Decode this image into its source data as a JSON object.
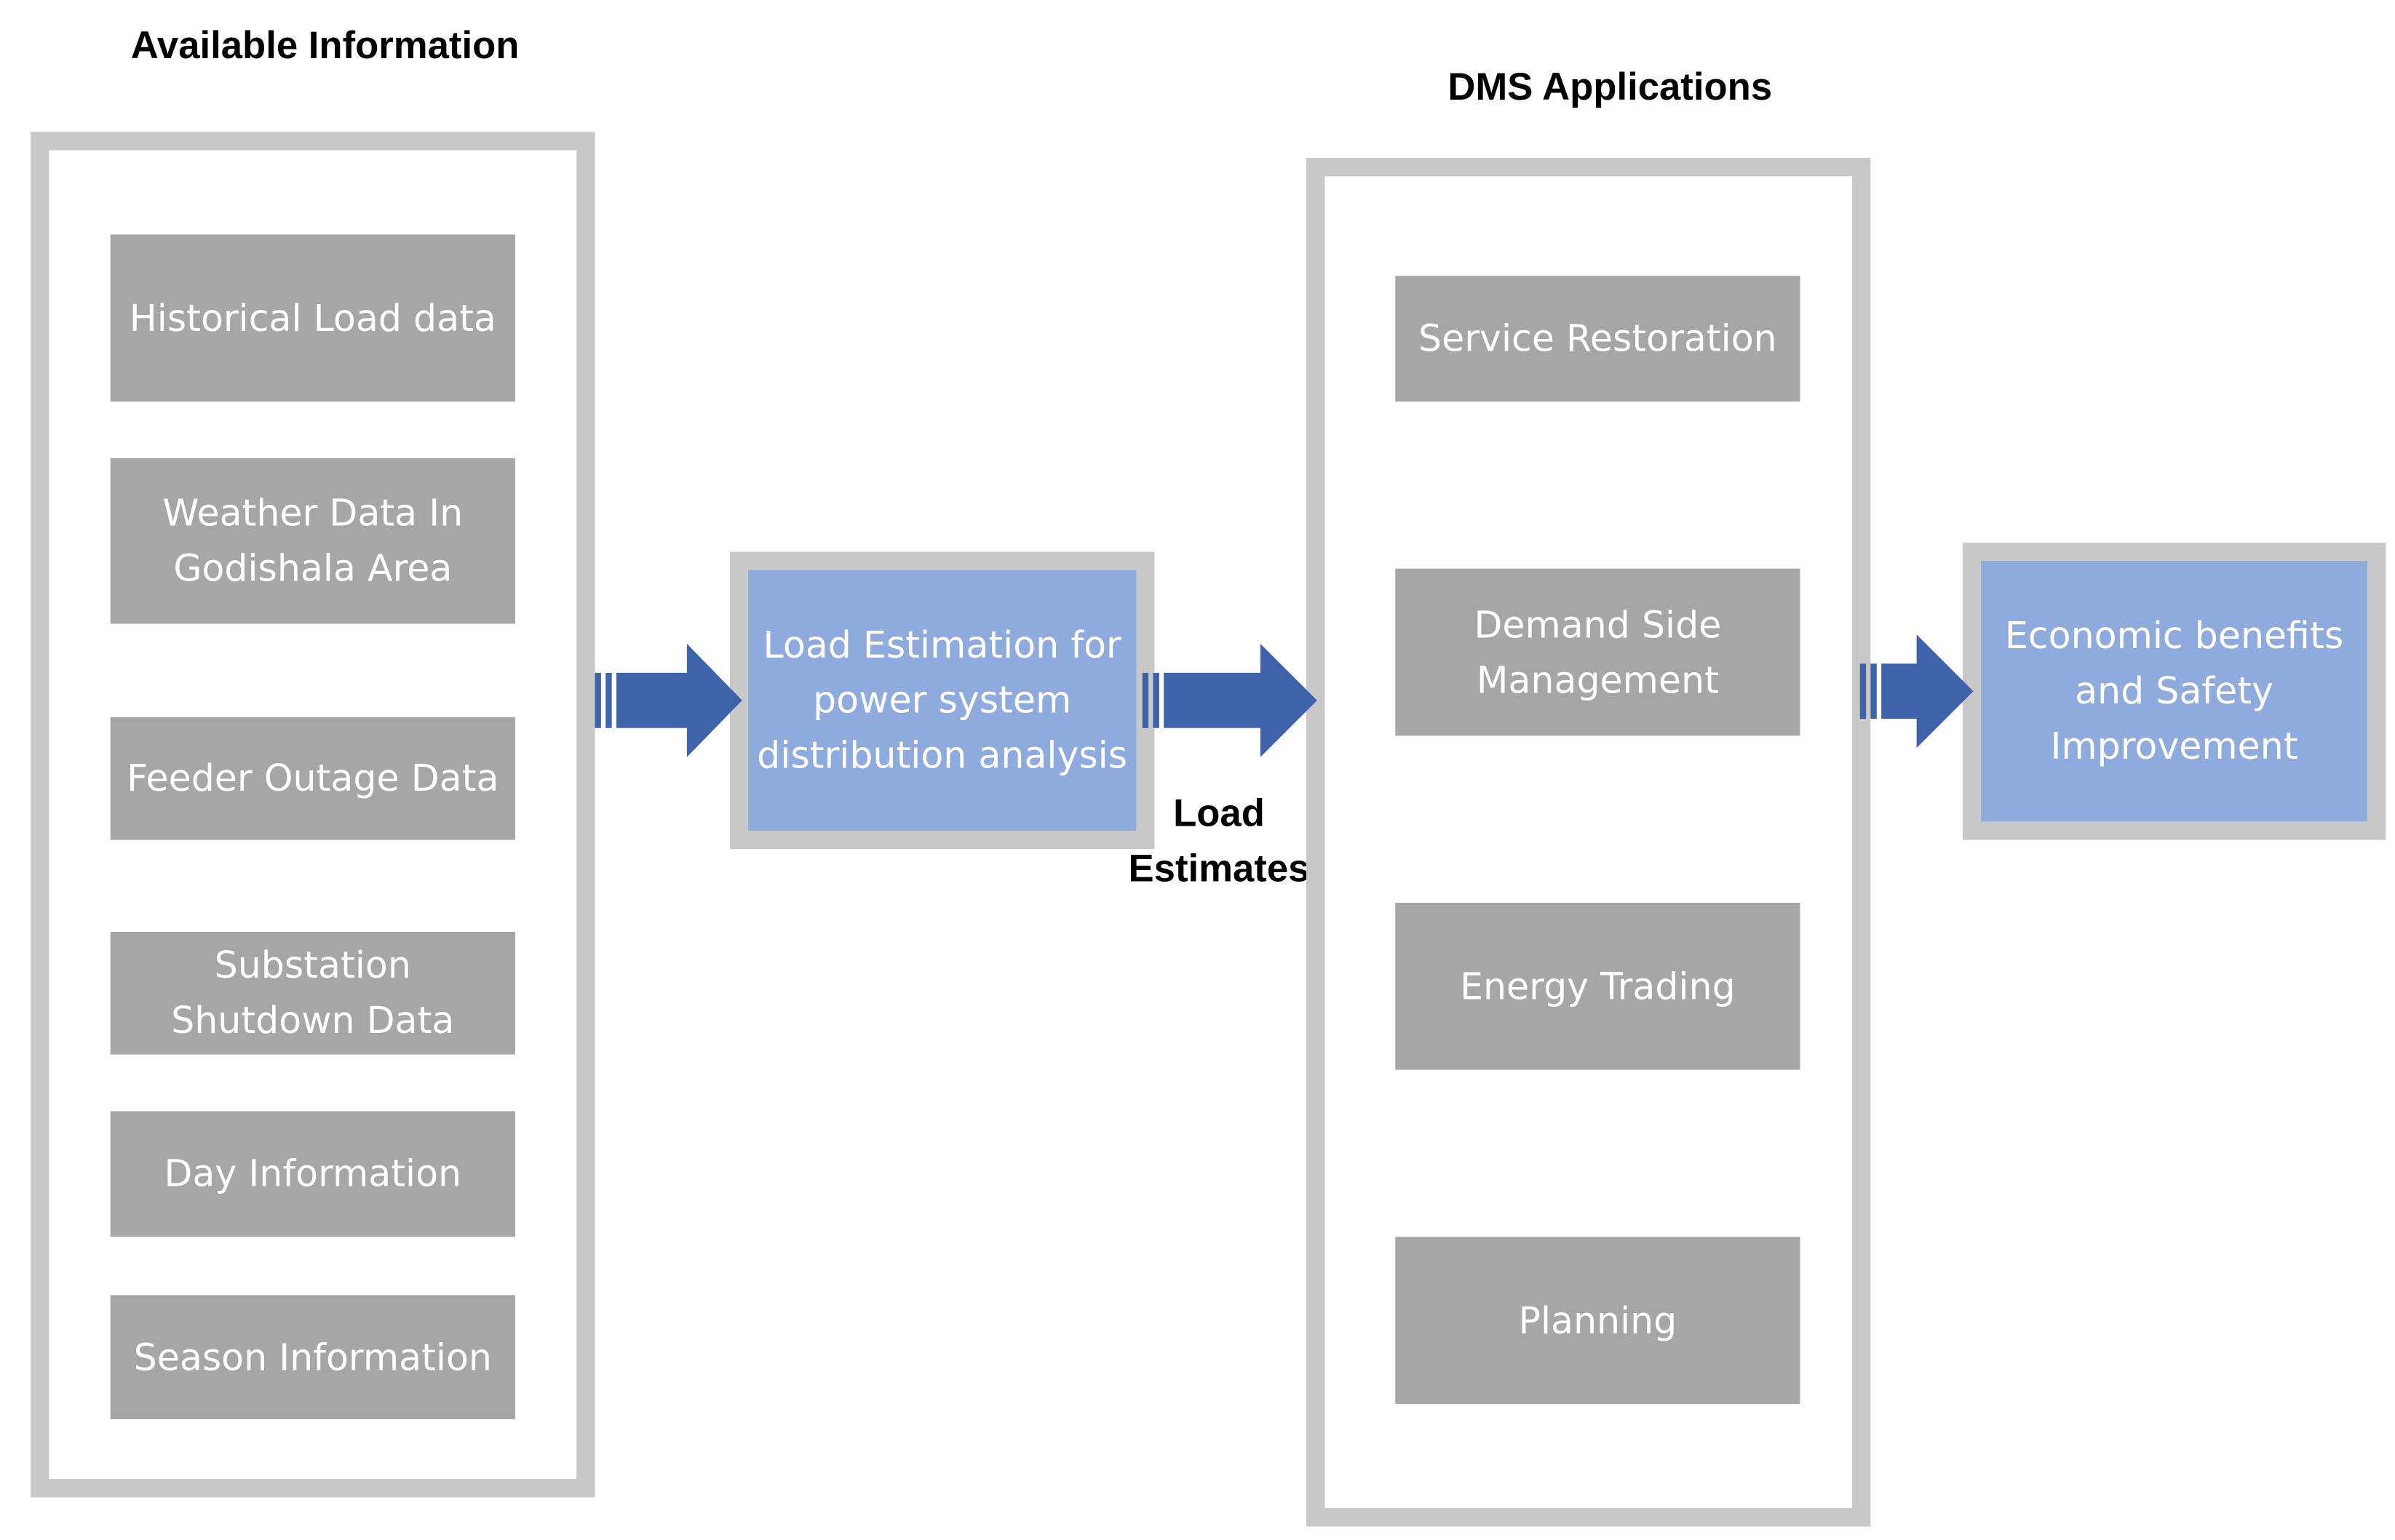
{
  "headings": {
    "available_information": "Available Information",
    "dms_applications": "DMS Applications"
  },
  "available_information": {
    "items": [
      {
        "label": "Historical Load data"
      },
      {
        "label": "Weather Data In\nGodishala Area"
      },
      {
        "label": "Feeder Outage Data"
      },
      {
        "label": "Substation\nShutdown Data"
      },
      {
        "label": "Day Information"
      },
      {
        "label": "Season Information"
      }
    ]
  },
  "load_estimation": {
    "label": "Load Estimation for\npower system\ndistribution analysis"
  },
  "load_estimates_label": "Load\nEstimates",
  "dms_applications": {
    "items": [
      {
        "label": "Service Restoration"
      },
      {
        "label": "Demand Side\nManagement"
      },
      {
        "label": "Energy Trading"
      },
      {
        "label": "Planning"
      }
    ]
  },
  "outcome": {
    "label": "Economic benefits\nand Safety\nImprovement"
  },
  "colors": {
    "item_fill": "#a6a6a6",
    "frame": "#c8c8c8",
    "highlight_fill": "#8faadc",
    "arrow_fill": "#3f63ab"
  }
}
